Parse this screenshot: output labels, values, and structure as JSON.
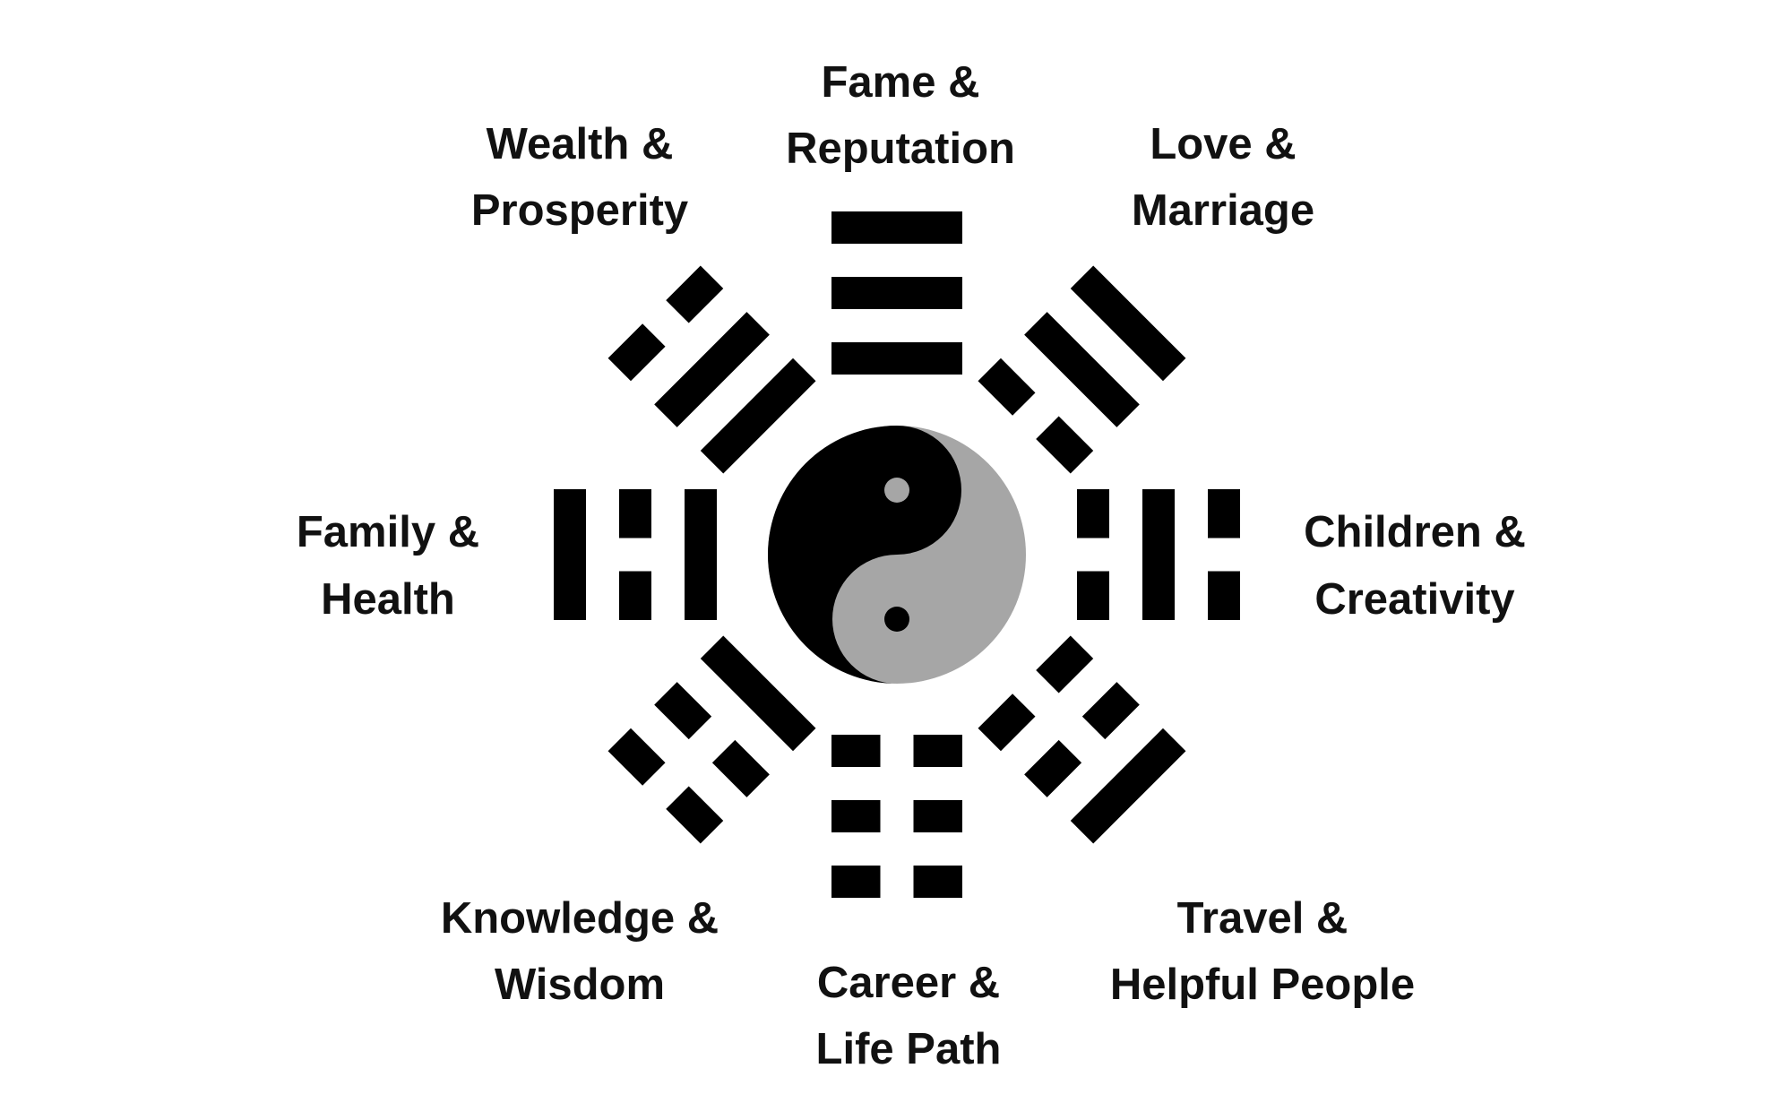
{
  "colors": {
    "yin": "#000000",
    "yang": "#a6a6a6",
    "trigram": "#000000",
    "text": "#111111"
  },
  "areas": [
    {
      "key": "fame",
      "lines": [
        "Fame &",
        "Reputation"
      ],
      "trigram": [
        "solid",
        "solid",
        "solid"
      ]
    },
    {
      "key": "love",
      "lines": [
        "Love &",
        "Marriage"
      ],
      "trigram": [
        "broken",
        "solid",
        "solid"
      ]
    },
    {
      "key": "children",
      "lines": [
        "Children &",
        "Creativity"
      ],
      "trigram": [
        "broken",
        "solid",
        "broken"
      ]
    },
    {
      "key": "travel",
      "lines": [
        "Travel &",
        "Helpful People"
      ],
      "trigram": [
        "broken",
        "broken",
        "solid"
      ]
    },
    {
      "key": "career",
      "lines": [
        "Career &",
        "Life Path"
      ],
      "trigram": [
        "broken",
        "broken",
        "broken"
      ]
    },
    {
      "key": "knowledge",
      "lines": [
        "Knowledge &",
        "Wisdom"
      ],
      "trigram": [
        "solid",
        "broken",
        "broken"
      ]
    },
    {
      "key": "family",
      "lines": [
        "Family &",
        "Health"
      ],
      "trigram": [
        "solid",
        "broken",
        "solid"
      ]
    },
    {
      "key": "wealth",
      "lines": [
        "Wealth &",
        "Prosperity"
      ],
      "trigram": [
        "solid",
        "solid",
        "broken"
      ]
    }
  ]
}
